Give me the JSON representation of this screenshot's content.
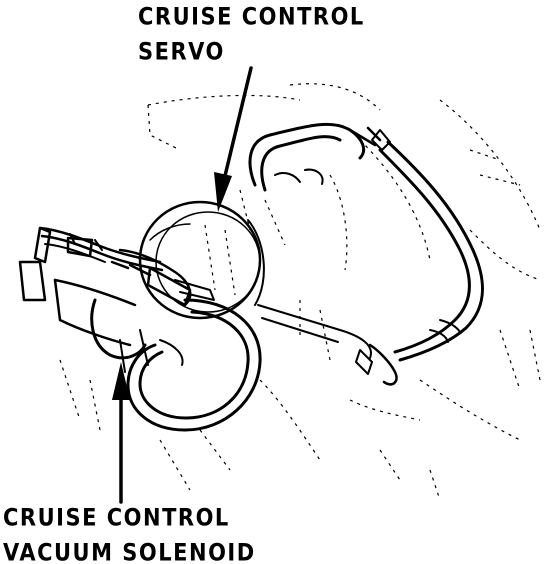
{
  "callouts": {
    "servo": {
      "line1": "CRUISE CONTROL",
      "line2": "SERVO"
    },
    "vacuum_solenoid": {
      "line1": "CRUISE CONTROL",
      "line2": "VACUUM SOLENOID"
    }
  },
  "colors": {
    "ink": "#000000",
    "background": "#ffffff"
  }
}
